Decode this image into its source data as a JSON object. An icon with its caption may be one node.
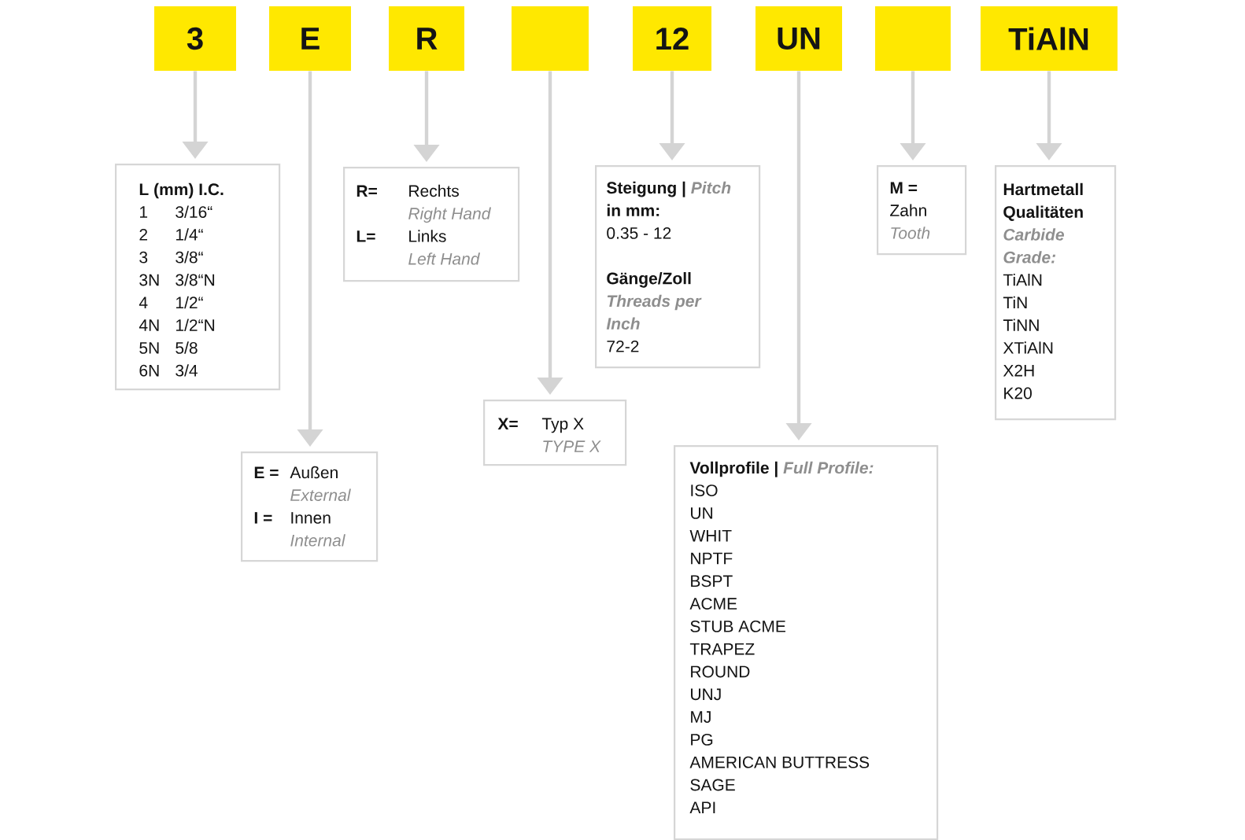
{
  "diagram": {
    "nodes": [
      {
        "text": [
          "3"
        ]
      },
      {
        "text": [
          "E"
        ]
      },
      {
        "text": [
          "R"
        ]
      },
      {
        "text": [],
        "shape": "box"
      },
      {
        "text": [
          "12"
        ]
      },
      {
        "text": [
          "UN"
        ]
      },
      {
        "text": [],
        "shape": "box"
      },
      {
        "text": [
          "TiAlN"
        ]
      },
      {
        "text": [
          "L (mm) I.C.",
          "1",
          "3/16“",
          "2",
          "1/4“",
          "3",
          "3/8“",
          "3N",
          "3/8“N",
          "4",
          "1/2“",
          "4N",
          "1/2“N",
          "5N",
          "5/8",
          "6N",
          "3/4"
        ]
      },
      {
        "text": [
          "E =",
          "Außen",
          "External",
          "I =",
          "Innen",
          "Internal"
        ]
      },
      {
        "text": [
          "R=",
          "Rechts",
          "Right Hand",
          "L=",
          "Links",
          "Left Hand"
        ]
      },
      {
        "text": [
          "X=",
          "Typ X",
          "TYPE X"
        ]
      },
      {
        "text": [
          "Steigung | *Pitch* in mm:",
          "0.35 - 12",
          "Gänge/Zoll",
          "Threads per Inch",
          "72-2"
        ]
      },
      {
        "text": [
          "Vollprofile | *Full Profile:*",
          "ISO",
          "UN",
          "WHIT",
          "NPTF",
          "BSPT",
          "ACME",
          "STUB ACME",
          "TRAPEZ",
          "ROUND",
          "UNJ",
          "MJ",
          "PG",
          "AMERICAN BUTTRESS",
          "SAGE",
          "API"
        ]
      },
      {
        "text": [
          "M =",
          "Zahn",
          "Tooth"
        ]
      },
      {
        "text": [
          "Hartmetall Qualitäten",
          "Carbide Grade:",
          "TiAlN",
          "TiN",
          "TiNN",
          "XTiAlN",
          "X2H",
          "K20"
        ]
      }
    ],
    "edges": [
      {
        "from": 0,
        "to": 8,
        "arrow": "to"
      },
      {
        "from": 1,
        "to": 9,
        "arrow": "to"
      },
      {
        "from": 2,
        "to": 10,
        "arrow": "to"
      },
      {
        "from": 3,
        "to": 11,
        "arrow": "to"
      },
      {
        "from": 4,
        "to": 12,
        "arrow": "to"
      },
      {
        "from": 5,
        "to": 13,
        "arrow": "to"
      },
      {
        "from": 6,
        "to": 14,
        "arrow": "to"
      },
      {
        "from": 7,
        "to": 15,
        "arrow": "to"
      }
    ]
  }
}
